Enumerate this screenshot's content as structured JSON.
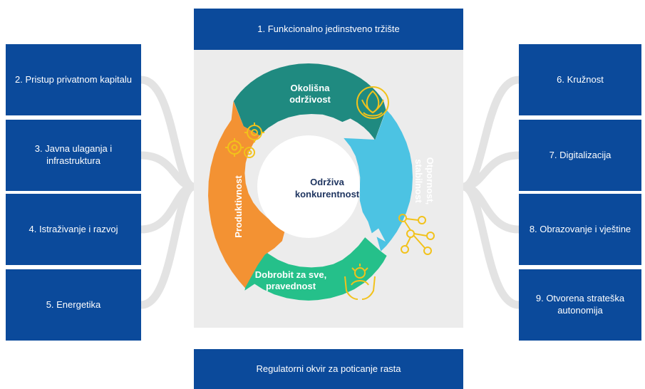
{
  "top_box": "1. Funkcionalno jedinstveno tržište",
  "bottom_box": "Regulatorni okvir za poticanje rasta",
  "left_boxes": [
    "2. Pristup privatnom kapitalu",
    "3. Javna ulaganja i infrastruktura",
    "4. Istraživanje i razvoj",
    "5. Energetika"
  ],
  "right_boxes": [
    "6. Kružnost",
    "7. Digitalizacija",
    "8. Obrazovanje i vještine",
    "9. Otvorena strateška autonomija"
  ],
  "center": "Održiva konkurentnost",
  "segments": {
    "environmental": "Okolišna održivost",
    "resilience": "Otpornost, stabilnost",
    "wellbeing": "Dobrobit za sve, pravednost",
    "productivity": "Produktivnost"
  },
  "colors": {
    "box": "#0b4a9b",
    "environmental": "#1f8a80",
    "resilience": "#4cc3e3",
    "wellbeing": "#25c08a",
    "productivity": "#f39233",
    "icon": "#f2c21b"
  },
  "icons": {
    "environmental": "leaf-cycle-icon",
    "resilience": "network-icon",
    "wellbeing": "hands-person-icon",
    "productivity": "gears-icon"
  }
}
